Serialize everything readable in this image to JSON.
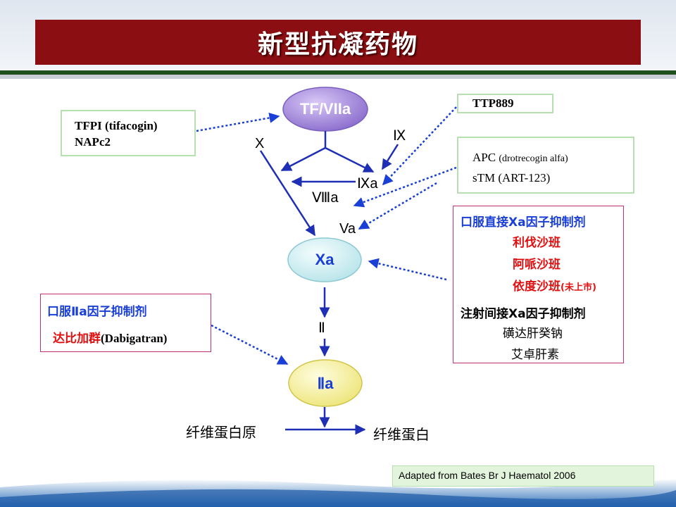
{
  "title": "新型抗凝药物",
  "nodes": {
    "tf_viia": "TF/VIIa",
    "xa": "Xa",
    "iia": "Ⅱa"
  },
  "labels": {
    "x": "X",
    "ix": "Ⅸ",
    "ixa": "Ⅸa",
    "viiia": "Ⅷa",
    "va": "Va",
    "ii": "Ⅱ",
    "fibrinogen": "纤维蛋白原",
    "fibrin": "纤维蛋白"
  },
  "boxes": {
    "tfpi": {
      "line1": "TFPI (tifacogin)",
      "line2": "NAPc2"
    },
    "ttp": {
      "line1": "TTP889"
    },
    "apc": {
      "line1a": "APC ",
      "line1b": "(drotrecogin alfa)",
      "line2": "sTM (ART-123)"
    },
    "xa_inhibitors": {
      "oral_heading": "口服直接Xa因子抑制剂",
      "oral_items": [
        "利伐沙班",
        "阿哌沙班"
      ],
      "oral_item3": "依度沙班",
      "oral_item3_note": "(未上市)",
      "inj_heading": "注射间接Xa因子抑制剂",
      "inj_items": [
        "磺达肝癸钠",
        "艾卓肝素"
      ]
    },
    "iia_inhibitors": {
      "heading": "口服Ⅱa因子抑制剂",
      "item_cn": "达比加群",
      "item_en": "(Dabigatran)"
    },
    "citation": "Adapted from Bates Br J Haematol 2006"
  },
  "colors": {
    "title_bg": "#8b0f12",
    "arrow": "#1f2fb5",
    "dotted": "#1a3fd6",
    "node_tf": "#9b7fd6",
    "node_xa": "#cdeff2",
    "node_iia": "#f5f08a",
    "red_text": "#e01010",
    "blue_heading": "#1a3fd6"
  }
}
